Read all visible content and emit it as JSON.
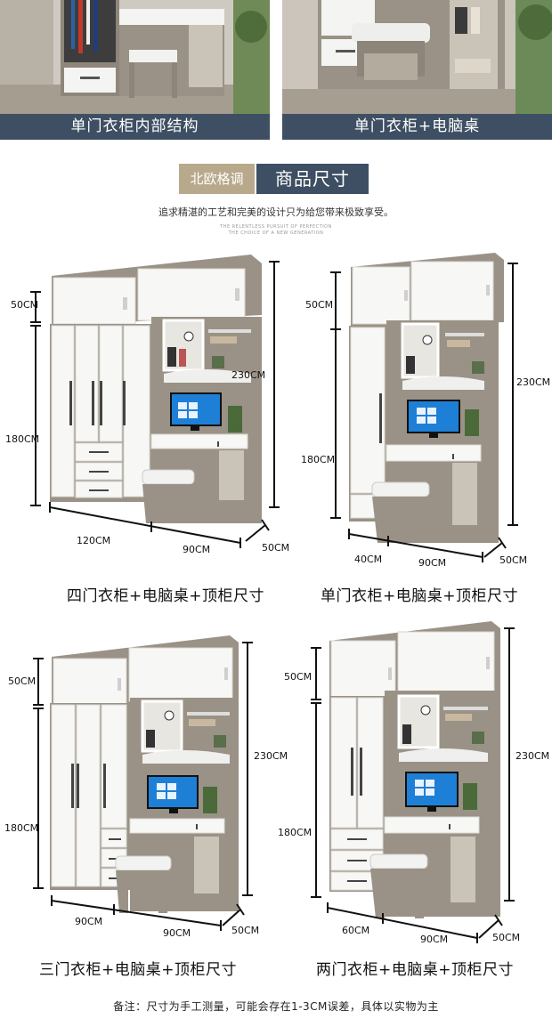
{
  "colors": {
    "banner": "#3e4f63",
    "tag_beige": "#b9a98c",
    "wood": "#9a9286",
    "white_panel": "#f7f7f5",
    "screen": "#1e7fd6"
  },
  "top": {
    "left_caption": "单门衣柜内部结构",
    "right_caption": "单门衣柜+电脑桌"
  },
  "heading": {
    "tag_left": "北欧格调",
    "tag_right": "商品尺寸",
    "subtitle": "追求精湛的工艺和完美的设计只为给您带来极致享受。",
    "eng_line1": "THE RELENTLESS PURSUIT OF PERFECTION",
    "eng_line2": "THE CHOICE OF A NEW GENERATION"
  },
  "products": [
    {
      "title": "四门衣柜+电脑桌+顶柜尺寸",
      "top_h": "50CM",
      "body_h": "180CM",
      "total_h": "230CM",
      "wardrobe_w": "120CM",
      "desk_w": "90CM",
      "depth": "50CM"
    },
    {
      "title": "单门衣柜+电脑桌+顶柜尺寸",
      "top_h": "50CM",
      "body_h": "180CM",
      "total_h": "230CM",
      "wardrobe_w": "40CM",
      "desk_w": "90CM",
      "depth": "50CM"
    },
    {
      "title": "三门衣柜+电脑桌+顶柜尺寸",
      "top_h": "50CM",
      "body_h": "180CM",
      "total_h": "230CM",
      "wardrobe_w": "90CM",
      "desk_w": "90CM",
      "depth": "50CM"
    },
    {
      "title": "两门衣柜+电脑桌+顶柜尺寸",
      "top_h": "50CM",
      "body_h": "180CM",
      "total_h": "230CM",
      "wardrobe_w": "60CM",
      "desk_w": "90CM",
      "depth": "50CM"
    }
  ],
  "footer_note": "备注：尺寸为手工测量，可能会存在1-3CM误差，具体以实物为主"
}
